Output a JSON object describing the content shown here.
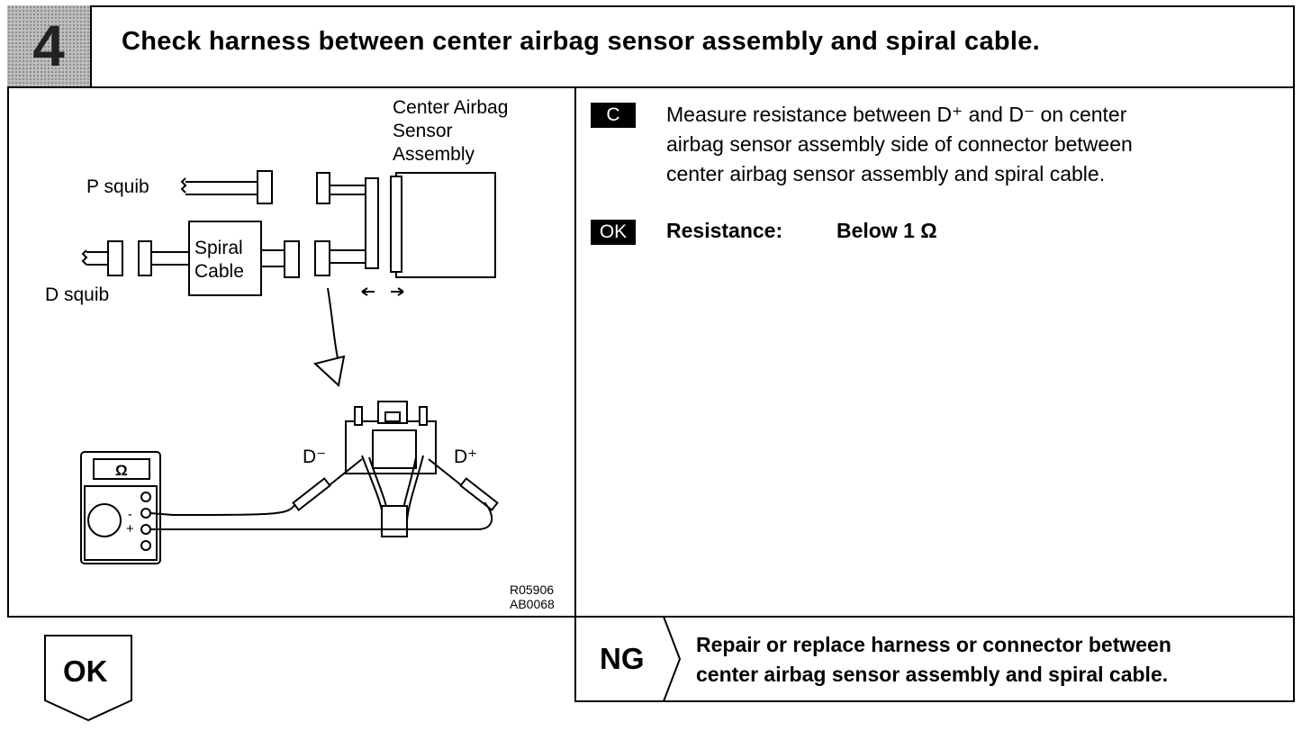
{
  "step": {
    "number": "4",
    "title": "Check harness between center airbag sensor assembly and spiral cable."
  },
  "diagram": {
    "label_center_airbag_1": "Center Airbag",
    "label_center_airbag_2": "Sensor",
    "label_center_airbag_3": "Assembly",
    "label_p_squib": "P squib",
    "label_d_squib": "D squib",
    "label_spiral_1": "Spiral",
    "label_spiral_2": "Cable",
    "label_d_minus": "D⁻",
    "label_d_plus": "D⁺",
    "meter_symbol": "Ω",
    "meter_minus": "-",
    "meter_plus": "+",
    "ref_1": "R05906",
    "ref_2": "AB0068"
  },
  "instruction": {
    "tag": "C",
    "line1": "Measure resistance between D⁺ and D⁻ on center",
    "line2": "airbag sensor assembly side of connector between",
    "line3": "center airbag sensor assembly and spiral cable."
  },
  "spec": {
    "tag": "OK",
    "label": "Resistance:",
    "value": "Below 1 Ω"
  },
  "ok_result": "OK",
  "ng_result": {
    "label": "NG",
    "line1": "Repair or replace harness or connector between",
    "line2": "center airbag sensor assembly and spiral cable."
  }
}
